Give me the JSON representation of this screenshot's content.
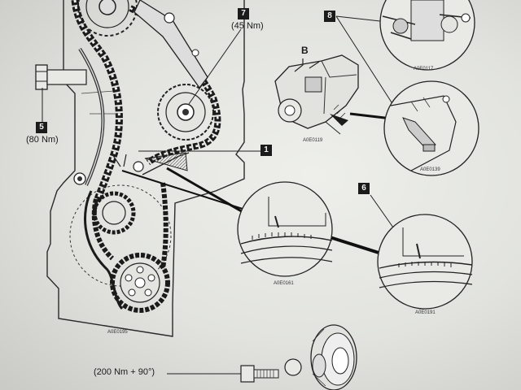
{
  "callouts": {
    "c1": "1",
    "c5": "5",
    "c6": "6",
    "c7": "7",
    "c8": "8"
  },
  "torques": {
    "t5": "(80 Nm)",
    "t7": "(45 Nm)",
    "bolt": "(200 Nm + 90°)"
  },
  "view_label": "B",
  "codes": {
    "main": "A0E0195",
    "pump": "A0E0119",
    "detail_top": "A0E0117",
    "detail_right_mid": "A0E0139",
    "detail_crank": "A0E0161",
    "detail_6": "A0E0191"
  },
  "colors": {
    "ink": "#1b1b1b",
    "paper": "#e6e7e3"
  }
}
